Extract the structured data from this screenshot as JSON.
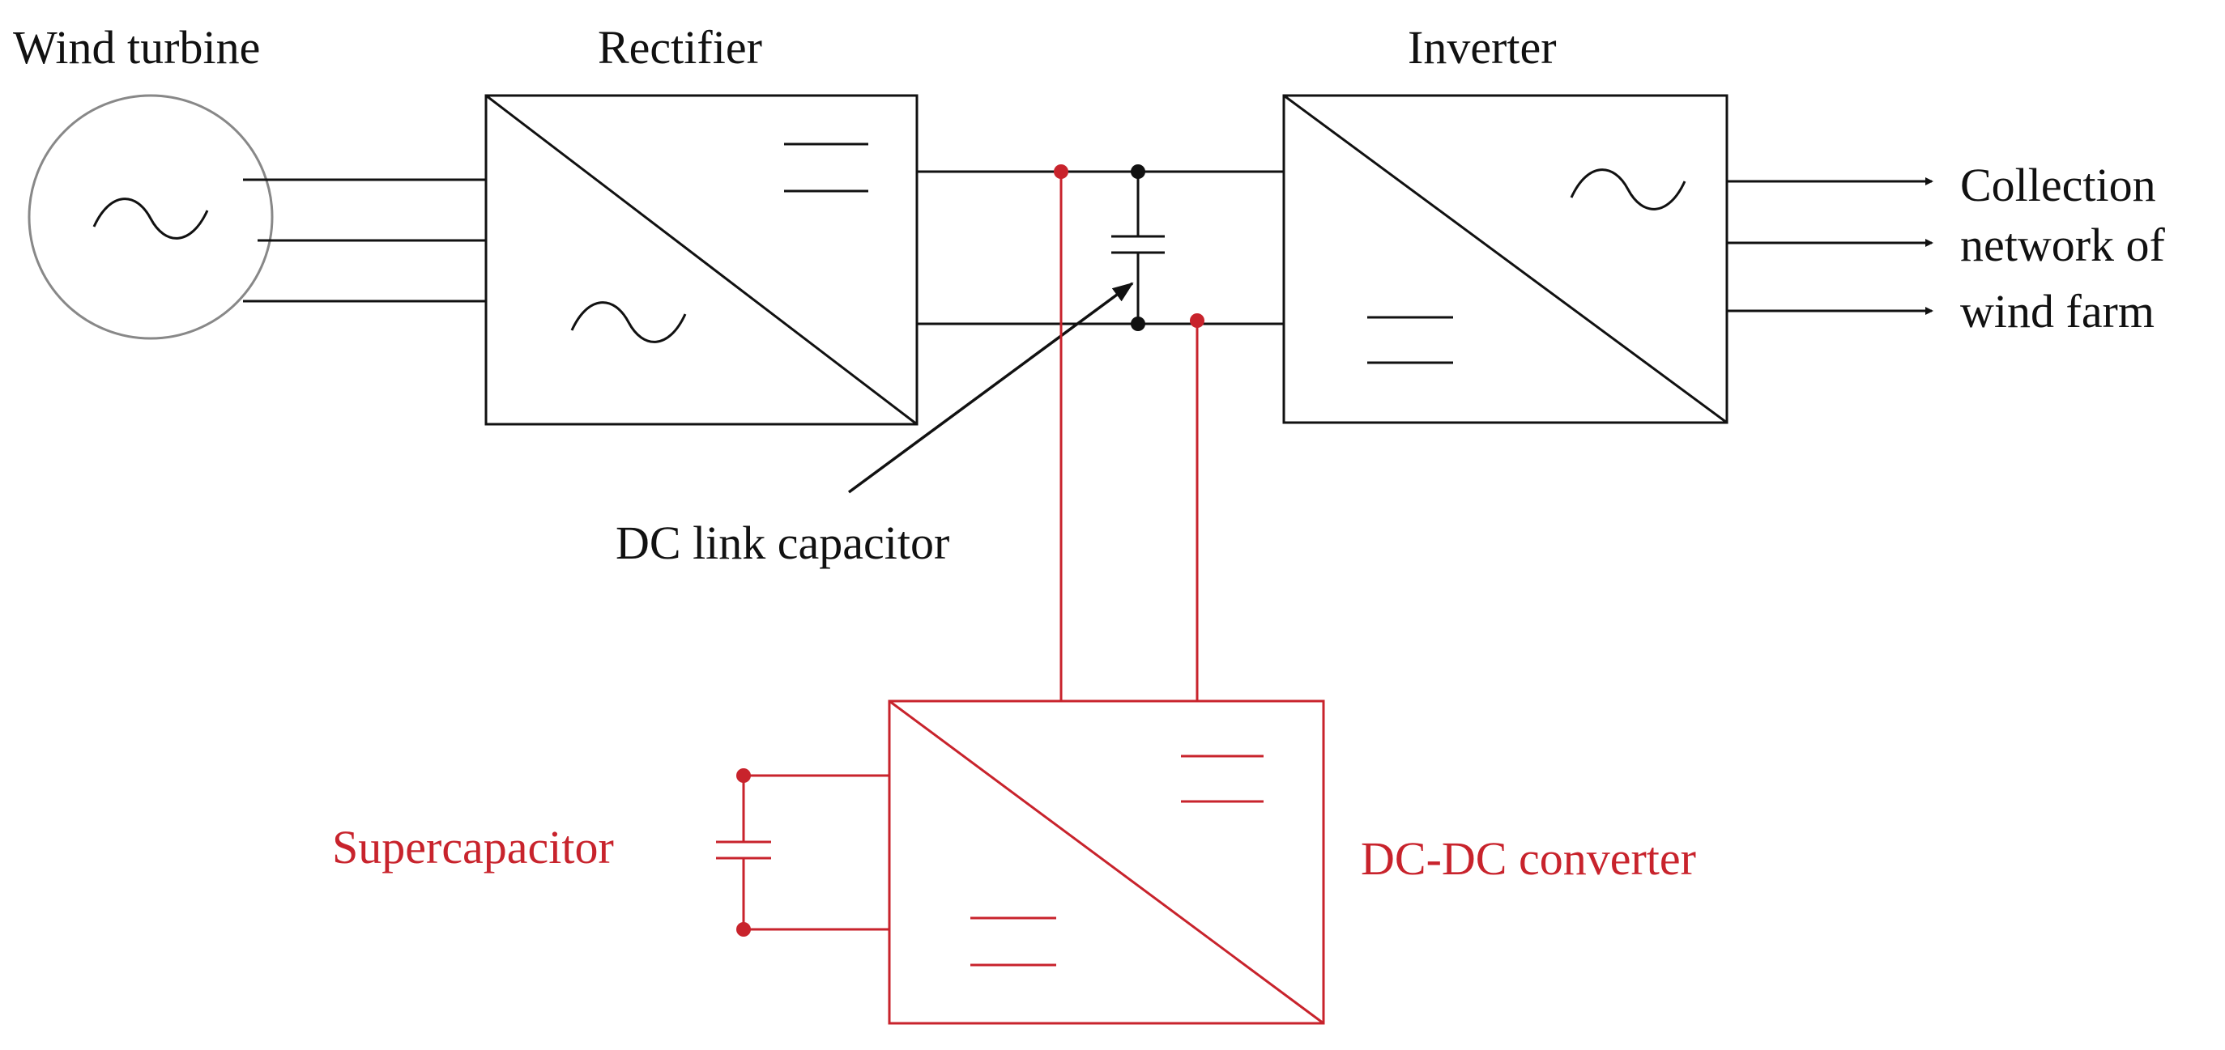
{
  "labels": {
    "wind_turbine": "Wind turbine",
    "rectifier": "Rectifier",
    "inverter": "Inverter",
    "collection_line1": "Collection",
    "collection_line2": "network of",
    "collection_line3": "wind farm",
    "dc_link_capacitor": "DC link capacitor",
    "supercapacitor": "Supercapacitor",
    "dc_dc_converter": "DC-DC converter"
  },
  "colors": {
    "main": "#111111",
    "added": "#c8232c",
    "turbine_outline": "#888888"
  }
}
